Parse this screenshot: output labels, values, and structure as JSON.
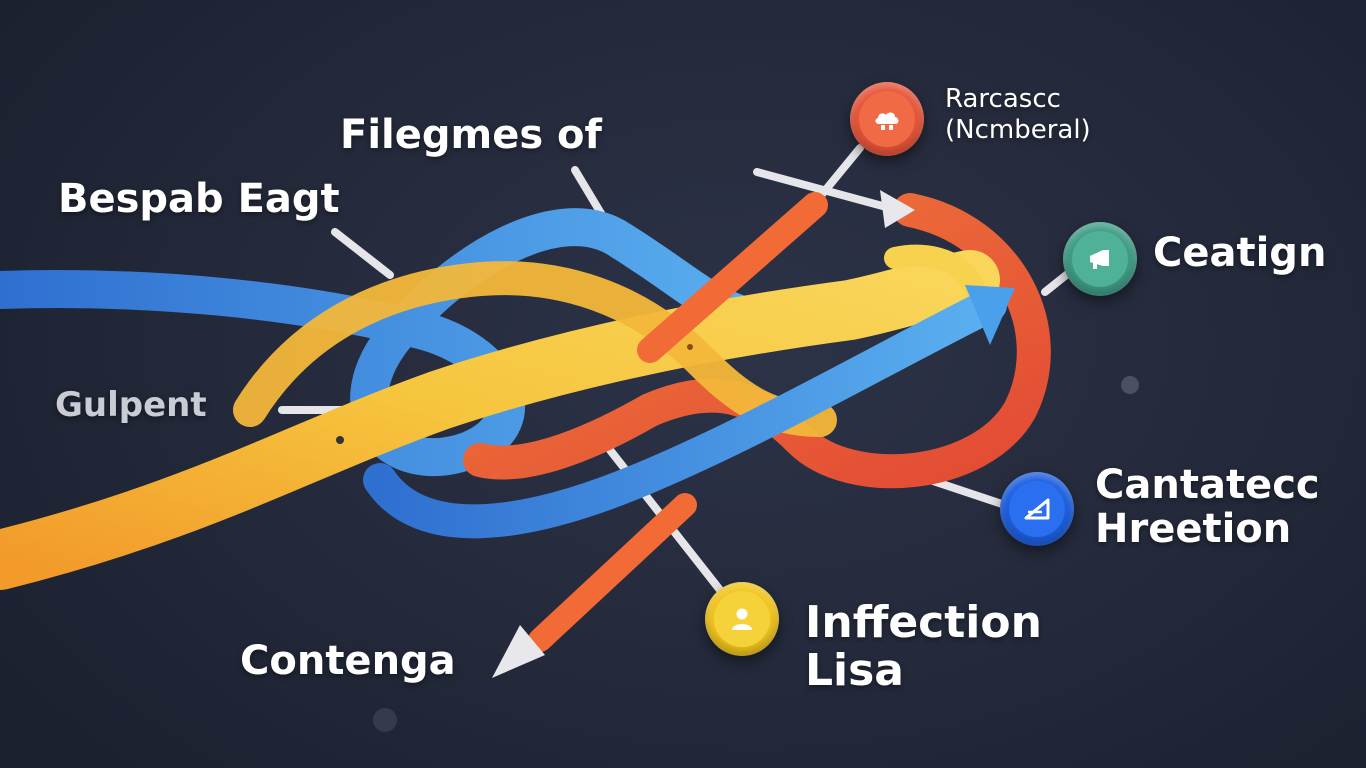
{
  "labels": {
    "filegmes": "Filegmes of",
    "bespab": "Bespab Eagt",
    "gulpent": "Gulpent",
    "rarcascc_line1": "Rarcascc",
    "rarcascc_line2": "(Ncmberal)",
    "ceatign": "Ceatign",
    "cantatecc_line1": "Cantatecc",
    "cantatecc_line2": "Hreetion",
    "inffection_line1": "Inffection",
    "inffection_line2": "Lisa",
    "contenga": "Contenga"
  },
  "colors": {
    "background": "#242a3b",
    "ribbon_blue": "#3f8fe0",
    "ribbon_yellow": "#f4c23c",
    "ribbon_orange": "#f08a2c",
    "ribbon_red": "#e8563a",
    "node_red": "#e8553a",
    "node_teal": "#3f9c86",
    "node_blue": "#1d5fe0",
    "node_yellow": "#f2c51d"
  },
  "icons": {
    "rarcascc": "cloud-icon",
    "ceatign": "megaphone-icon",
    "cantatecc": "triangle-ruler-icon",
    "inffection": "user-icon"
  }
}
